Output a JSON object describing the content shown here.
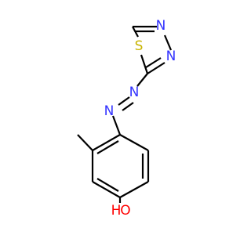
{
  "molecule": {
    "atoms": {
      "S": "S",
      "N_ring_top": "N",
      "N_ring_right": "N",
      "N_azo_upper": "N",
      "N_azo_lower": "N",
      "O": "O",
      "H": "H"
    },
    "colors": {
      "bond": "#000000",
      "nitrogen": "#3333ff",
      "sulfur": "#c8b400",
      "oxygen": "#ff0000"
    }
  }
}
